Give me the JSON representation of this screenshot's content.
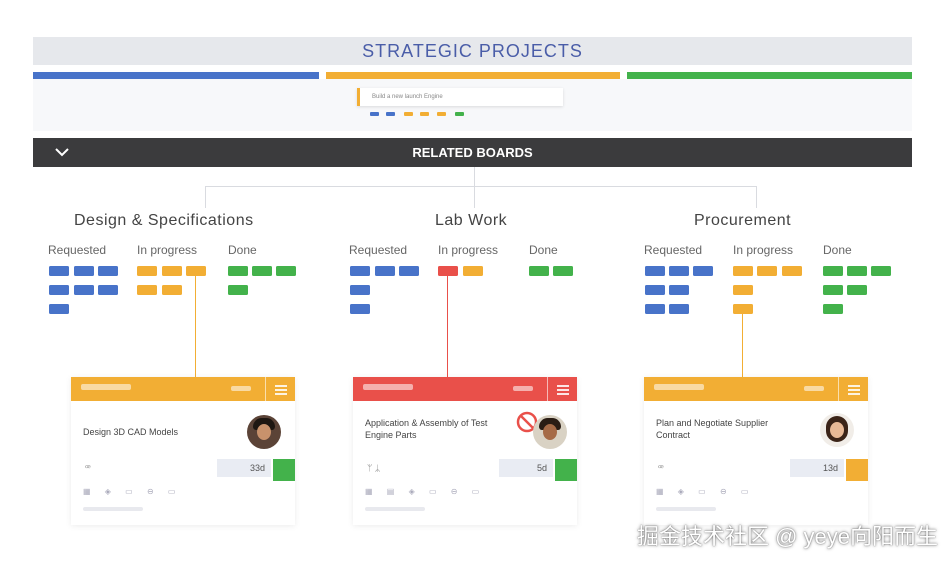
{
  "header": {
    "title": "STRATEGIC PROJECTS"
  },
  "lanes": [
    {
      "color": "#4873c9"
    },
    {
      "color": "#f2ae34"
    },
    {
      "color": "#43b24b"
    }
  ],
  "strategic_card": {
    "title": "Build a new launch Engine"
  },
  "related_bar": {
    "label": "RELATED BOARDS",
    "toggle_icon": "chevron-down-icon"
  },
  "boards": [
    {
      "title": "Design & Specifications",
      "columns": [
        "Requested",
        "In progress",
        "Done"
      ],
      "card": {
        "task": "Design 3D CAD Models",
        "due": "33d",
        "accent": "#f2ae34",
        "flag": "#43b24b",
        "glyph": "ꟹ"
      }
    },
    {
      "title": "Lab Work",
      "columns": [
        "Requested",
        "In progress",
        "Done"
      ],
      "card": {
        "task": "Application & Assembly of Test Engine Parts",
        "due": "5d",
        "accent": "#e9504a",
        "flag": "#43b24b",
        "glyph": "ᛘ ᛦ",
        "blocked_icon": "blocked-icon"
      }
    },
    {
      "title": "Procurement",
      "columns": [
        "Requested",
        "In progress",
        "Done"
      ],
      "card": {
        "task": "Plan and Negotiate Supplier Contract",
        "due": "13d",
        "accent": "#f2ae34",
        "flag": "#f2ae34",
        "glyph": "ꟹ"
      }
    }
  ],
  "watermark": "掘金技术社区 @ yeye向阳而生"
}
